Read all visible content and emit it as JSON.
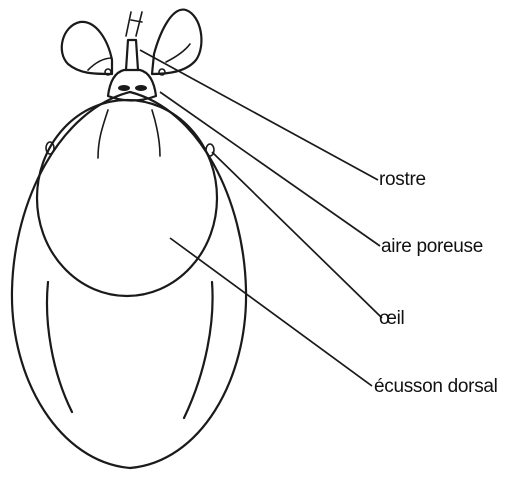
{
  "labels": {
    "rostre": "rostre",
    "aire_poreuse": "aire poreuse",
    "oeil": "œil",
    "ecusson_dorsal": "écusson dorsal"
  },
  "colors": {
    "ink": "#1a1a1a",
    "background": "#ffffff"
  }
}
